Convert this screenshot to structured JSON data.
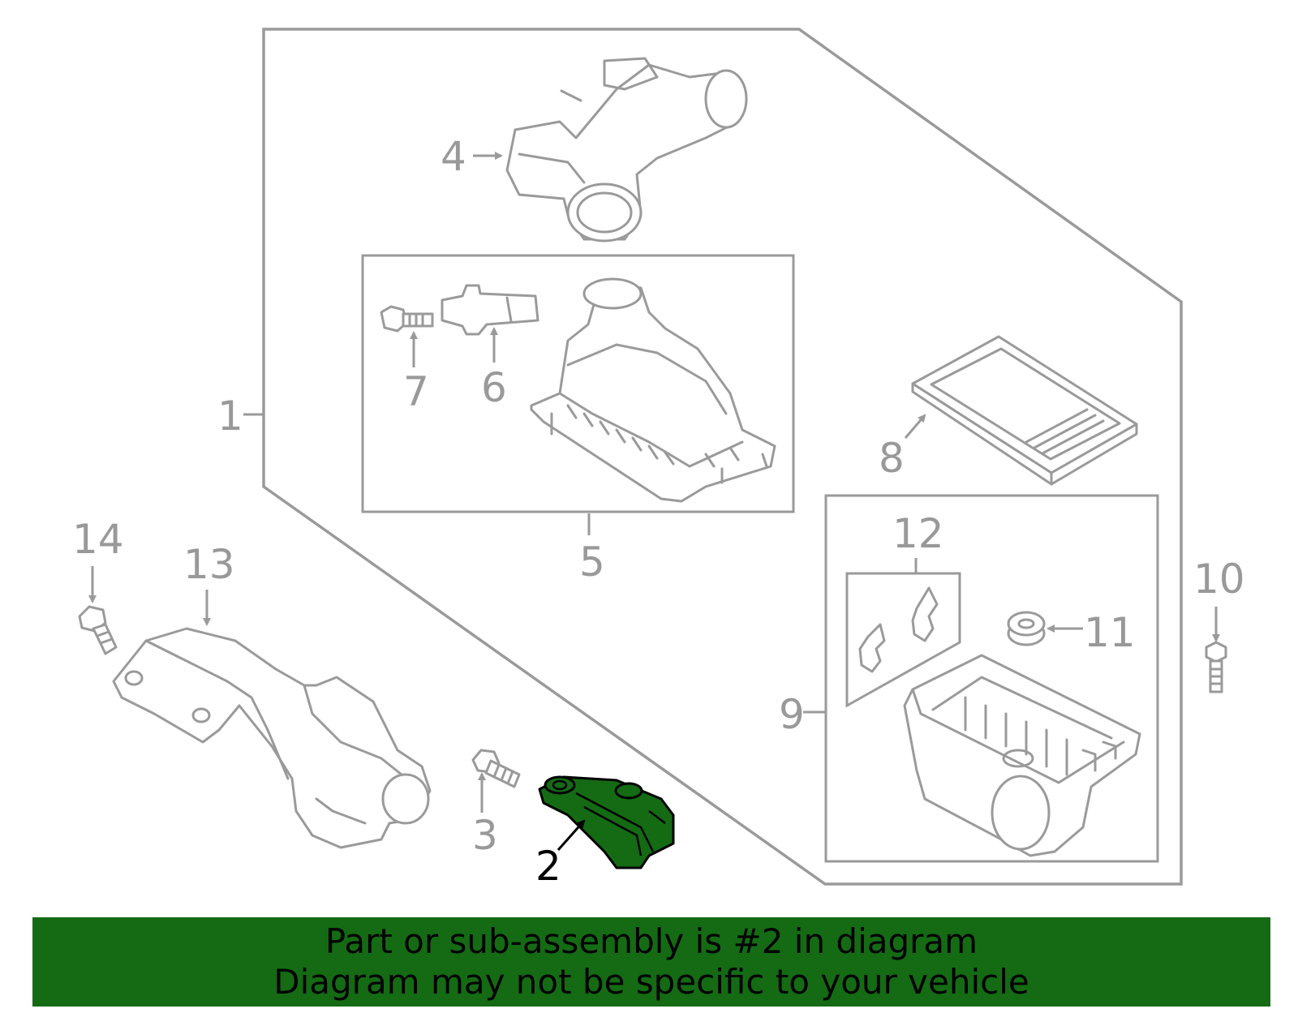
{
  "colors": {
    "highlight": "#146b14",
    "line": "#9a9a9a",
    "panel": "#f7f7f7",
    "label": "#999999",
    "label_highlight": "#000000",
    "banner_bg": "#146b14"
  },
  "callouts": {
    "c1": "1",
    "c2": "2",
    "c3": "3",
    "c4": "4",
    "c5": "5",
    "c6": "6",
    "c7": "7",
    "c8": "8",
    "c9": "9",
    "c10": "10",
    "c11": "11",
    "c12": "12",
    "c13": "13",
    "c14": "14"
  },
  "highlighted_callout": "2",
  "banner": {
    "line1": "Part or sub-assembly is #2 in diagram",
    "line2": "Diagram may not be specific to your vehicle"
  }
}
